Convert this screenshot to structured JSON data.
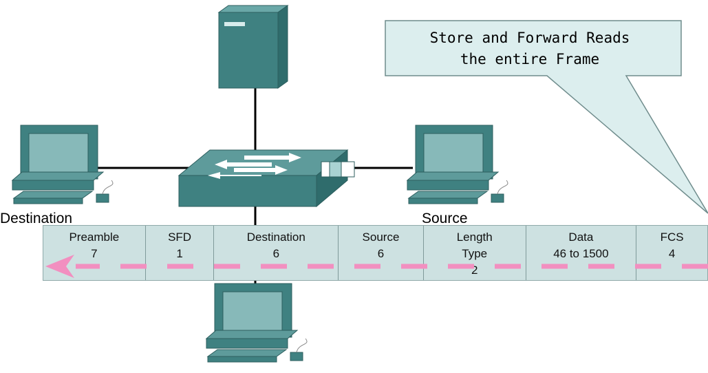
{
  "callout": {
    "line1": "Store and Forward Reads",
    "line2": "the entire Frame"
  },
  "labels": {
    "destination": "Destination",
    "source": "Source"
  },
  "frame_fields": [
    {
      "name": "Preamble",
      "size": "7"
    },
    {
      "name": "SFD",
      "size": "1"
    },
    {
      "name": "Destination",
      "size": "6"
    },
    {
      "name": "Source",
      "size": "6"
    },
    {
      "name": "Length",
      "name2": "Type",
      "size": "2"
    },
    {
      "name": "Data",
      "size": "46 to 1500"
    },
    {
      "name": "FCS",
      "size": "4"
    }
  ],
  "colors": {
    "device_teal": "#3f8181",
    "frame_bg": "#cde1e1",
    "dashed_arrow": "#f28fc0",
    "callout_bg": "#dceeee"
  }
}
